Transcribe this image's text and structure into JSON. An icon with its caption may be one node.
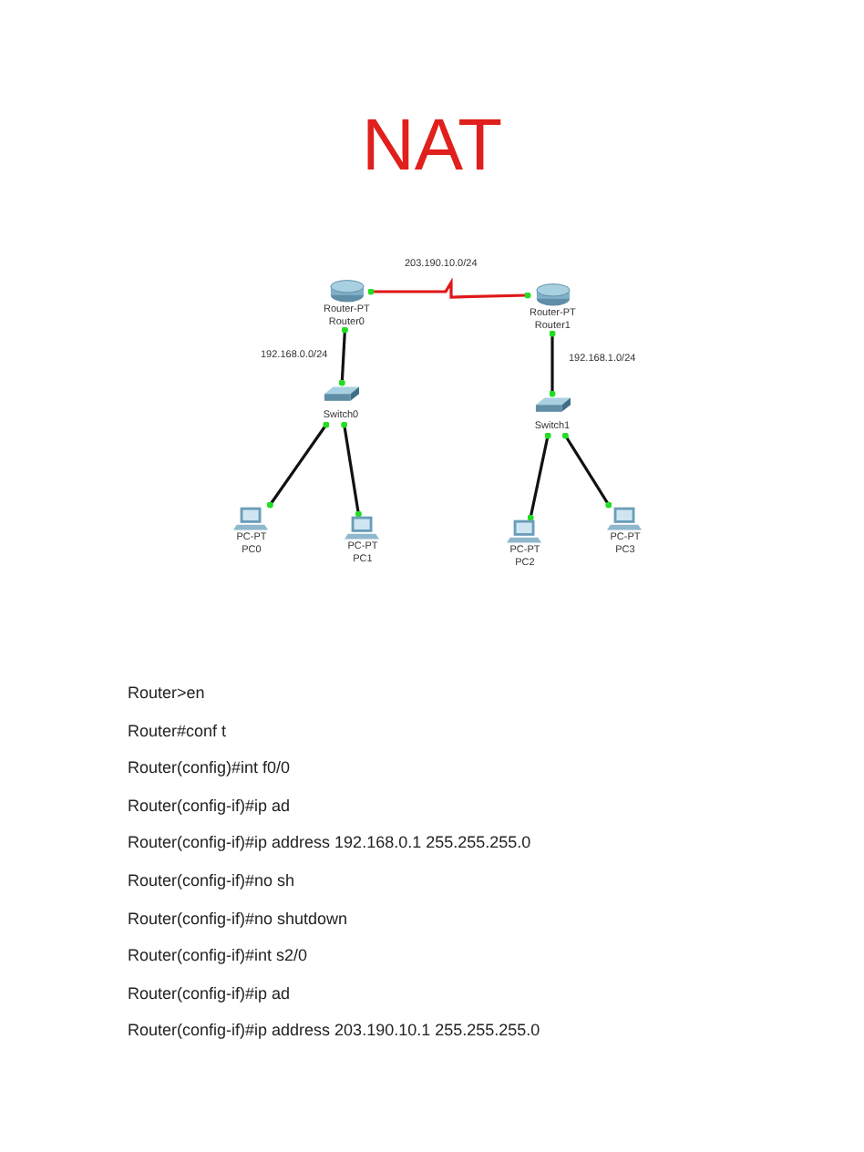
{
  "diagram": {
    "title": "NAT",
    "nodes": [
      {
        "text": [
          "Router-PT",
          "Router0"
        ]
      },
      {
        "text": [
          "Router-PT",
          "Router1"
        ]
      },
      {
        "text": [
          "Switch0"
        ]
      },
      {
        "text": [
          "Switch1"
        ]
      },
      {
        "text": [
          "PC-PT",
          "PC0"
        ]
      },
      {
        "text": [
          "PC-PT",
          "PC1"
        ]
      },
      {
        "text": [
          "PC-PT",
          "PC2"
        ]
      },
      {
        "text": [
          "PC-PT",
          "PC3"
        ]
      }
    ],
    "edges": [
      {
        "from": 0,
        "to": 1,
        "arrow": "other",
        "label": "203.190.10.0/24",
        "color": "#e01818"
      },
      {
        "from": 0,
        "to": 2,
        "arrow": "other",
        "label": "192.168.0.0/24"
      },
      {
        "from": 1,
        "to": 3,
        "arrow": "other",
        "label": "192.168.1.0/24"
      },
      {
        "from": 2,
        "to": 4,
        "arrow": "other"
      },
      {
        "from": 2,
        "to": 5,
        "arrow": "other"
      },
      {
        "from": 3,
        "to": 6,
        "arrow": "other"
      },
      {
        "from": 3,
        "to": 7,
        "arrow": "other"
      }
    ],
    "labels": [
      "Router>en",
      "Router#conf t",
      "Router(config)#int f0/0",
      "Router(config-if)#ip ad",
      "Router(config-if)#ip address 192.168.0.1 255.255.255.0",
      "Router(config-if)#no sh",
      "Router(config-if)#no shutdown",
      "Router(config-if)#int s2/0",
      "Router(config-if)#ip ad",
      "Router(config-if)#ip address 203.190.10.1 255.255.255.0"
    ]
  }
}
